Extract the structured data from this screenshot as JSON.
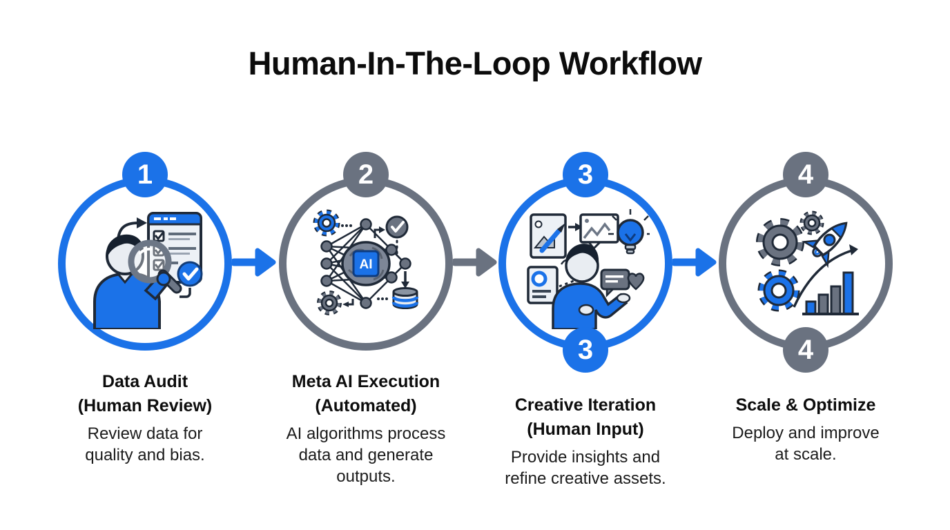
{
  "title": "Human-In-The-Loop Workflow",
  "colors": {
    "accent_blue": "#1B72E8",
    "accent_gray": "#6A7280",
    "outline_dark": "#1F2937",
    "text": "#111111",
    "background": "#FFFFFF"
  },
  "steps": [
    {
      "number": "1",
      "accent": "blue",
      "icon": "data-audit-review-icon",
      "title_line1": "Data Audit",
      "title_line2": "(Human Review)",
      "description": "Review data for quality and bias."
    },
    {
      "number": "2",
      "accent": "gray",
      "icon": "ai-neural-network-icon",
      "icon_label": "AI",
      "title_line1": "Meta AI Execution",
      "title_line2": "(Automated)",
      "description": "AI algorithms process data and generate outputs."
    },
    {
      "number": "3",
      "accent": "blue",
      "icon": "creative-iteration-icon",
      "title_line1": "Creative Iteration",
      "title_line2": "(Human Input)",
      "description": "Provide insights and refine creative assets.",
      "bottom_number": "3"
    },
    {
      "number": "4",
      "accent": "gray",
      "icon": "scale-optimize-icon",
      "title_line1": "Scale & Optimize",
      "description": "Deploy and improve at scale.",
      "bottom_number": "4"
    }
  ],
  "arrows": [
    {
      "from": "1",
      "to": "2",
      "color": "blue"
    },
    {
      "from": "2",
      "to": "3",
      "color": "gray"
    },
    {
      "from": "3",
      "to": "4",
      "color": "blue"
    }
  ]
}
